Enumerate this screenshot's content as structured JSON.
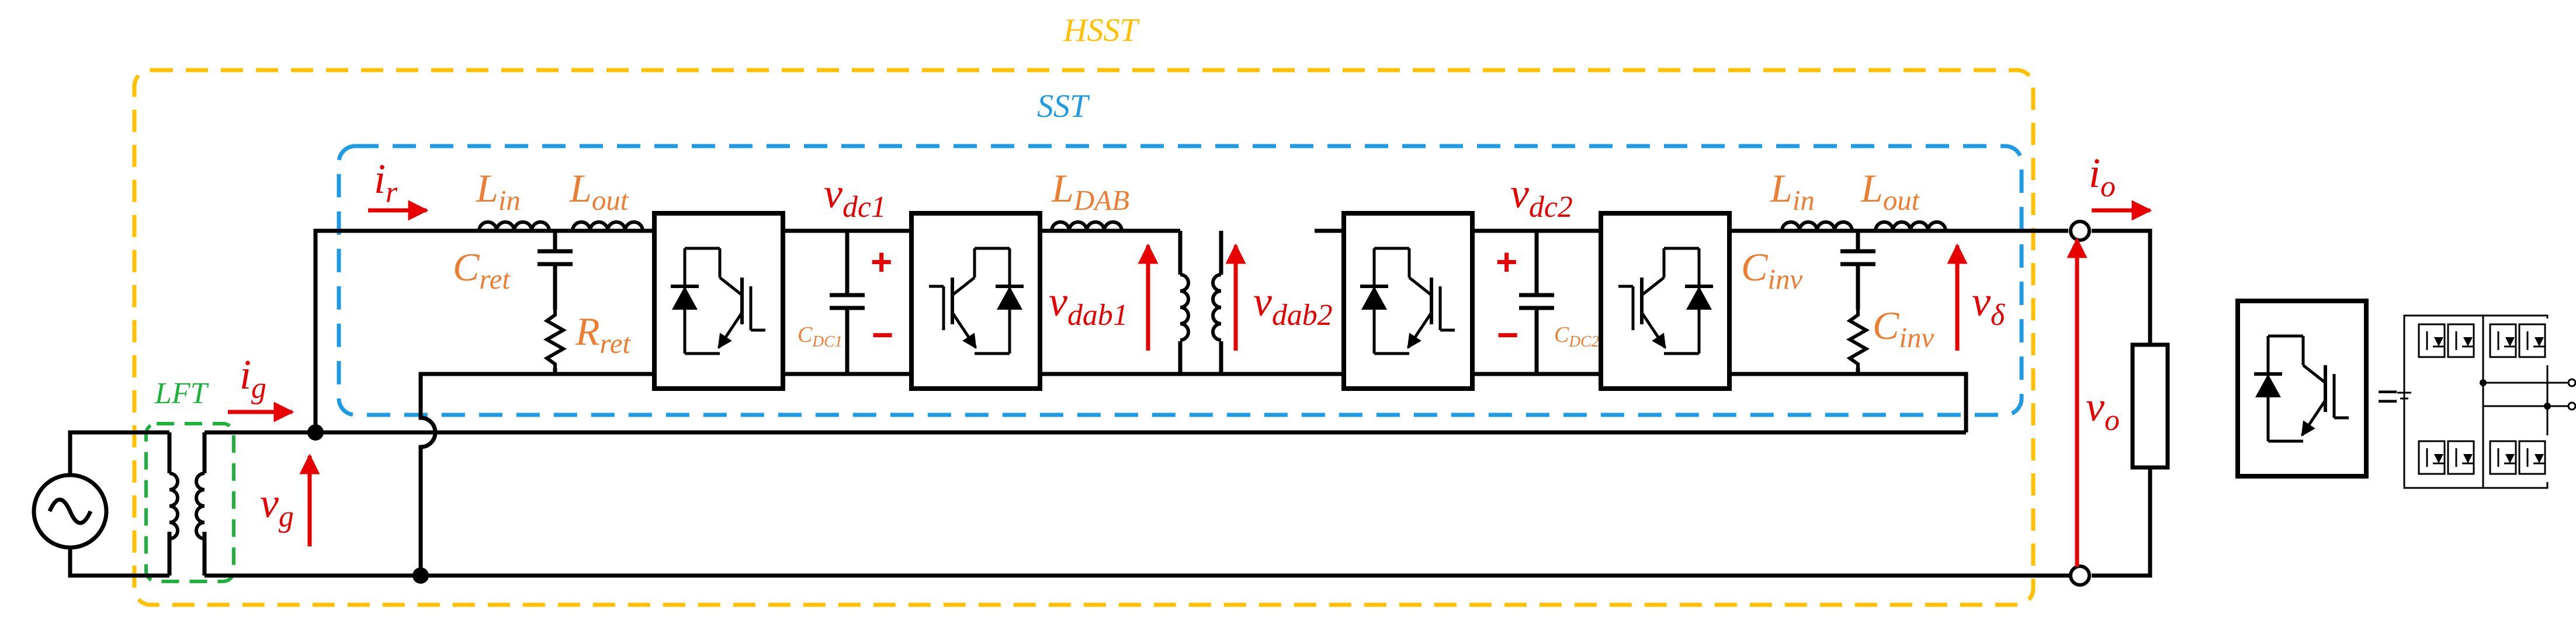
{
  "colors": {
    "wire": "#000000",
    "signal": "#e60000",
    "component_label": "#ed7d31",
    "hsst_box": "#ffc000",
    "sst_box": "#1f9be6",
    "lft_box": "#1db23b"
  },
  "boxes": {
    "hsst": "HSST",
    "sst": "SST",
    "lft": "LFT"
  },
  "currents": {
    "ir": {
      "base": "i",
      "sub": "r"
    },
    "ig": {
      "base": "i",
      "sub": "g"
    },
    "io": {
      "base": "i",
      "sub": "o"
    }
  },
  "voltages": {
    "vg": {
      "base": "v",
      "sub": "g"
    },
    "vdc1": {
      "base": "v",
      "sub": "dc1"
    },
    "vdc2": {
      "base": "v",
      "sub": "dc2"
    },
    "vdab1": {
      "base": "v",
      "sub": "dab1"
    },
    "vdab2": {
      "base": "v",
      "sub": "dab2"
    },
    "vdelta": {
      "base": "v",
      "sub": "δ"
    },
    "vo": {
      "base": "v",
      "sub": "o"
    }
  },
  "components": {
    "lin_left": {
      "base": "L",
      "sub": "in"
    },
    "lout_left": {
      "base": "L",
      "sub": "out"
    },
    "cret": {
      "base": "C",
      "sub": "ret"
    },
    "rret": {
      "base": "R",
      "sub": "ret"
    },
    "cdc1": {
      "base": "C",
      "sub": "DC1"
    },
    "ldab": {
      "base": "L",
      "sub": "DAB"
    },
    "cdc2": {
      "base": "C",
      "sub": "DC2"
    },
    "lin_right": {
      "base": "L",
      "sub": "in"
    },
    "lout_right": {
      "base": "L",
      "sub": "out"
    },
    "cinv_cap": {
      "base": "C",
      "sub": "inv"
    },
    "cinv_res": {
      "base": "C",
      "sub": "inv"
    }
  },
  "polarity": {
    "plus": "+",
    "minus": "−"
  },
  "legend": {
    "equals": "="
  },
  "icons": [
    "ac-source-icon",
    "converter-block-icon",
    "full-bridge-icon",
    "transformer-icon",
    "resistor-icon",
    "capacitor-icon",
    "inductor-icon"
  ]
}
